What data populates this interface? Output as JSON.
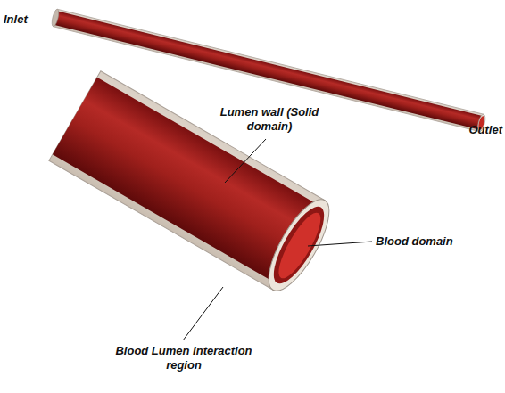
{
  "diagram": {
    "labels": [
      "Inlet",
      "Outlet",
      "Lumen wall (Solid domain)",
      "Blood domain",
      "Blood Lumen Interaction region"
    ]
  }
}
